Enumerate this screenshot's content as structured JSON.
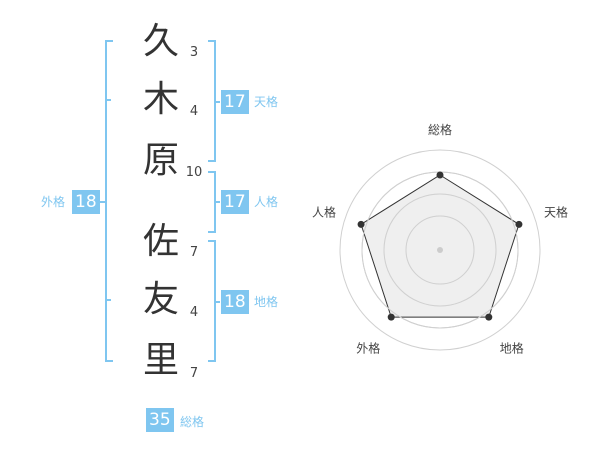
{
  "name_chars": [
    {
      "char": "久",
      "strokes": "3"
    },
    {
      "char": "木",
      "strokes": "4"
    },
    {
      "char": "原",
      "strokes": "10"
    },
    {
      "char": "佐",
      "strokes": "7"
    },
    {
      "char": "友",
      "strokes": "4"
    },
    {
      "char": "里",
      "strokes": "7"
    }
  ],
  "fortune": {
    "tenkaku": {
      "value": "17",
      "label": "天格"
    },
    "jinkaku": {
      "value": "17",
      "label": "人格"
    },
    "chikaku": {
      "value": "18",
      "label": "地格"
    },
    "gaikaku": {
      "value": "18",
      "label": "外格"
    },
    "soukaku": {
      "value": "35",
      "label": "総格"
    }
  },
  "radar": {
    "axes": [
      "総格",
      "天格",
      "地格",
      "外格",
      "人格"
    ],
    "line_color": "#333333",
    "fill_color": "#ebebeb",
    "ring_color": "#d0d0d0",
    "accent": "#7fc6f0"
  },
  "chart_data": {
    "type": "radar",
    "categories": [
      "総格",
      "天格",
      "地格",
      "外格",
      "人格"
    ],
    "values": [
      0.75,
      0.83,
      0.83,
      0.83,
      0.83
    ],
    "grid": true
  }
}
